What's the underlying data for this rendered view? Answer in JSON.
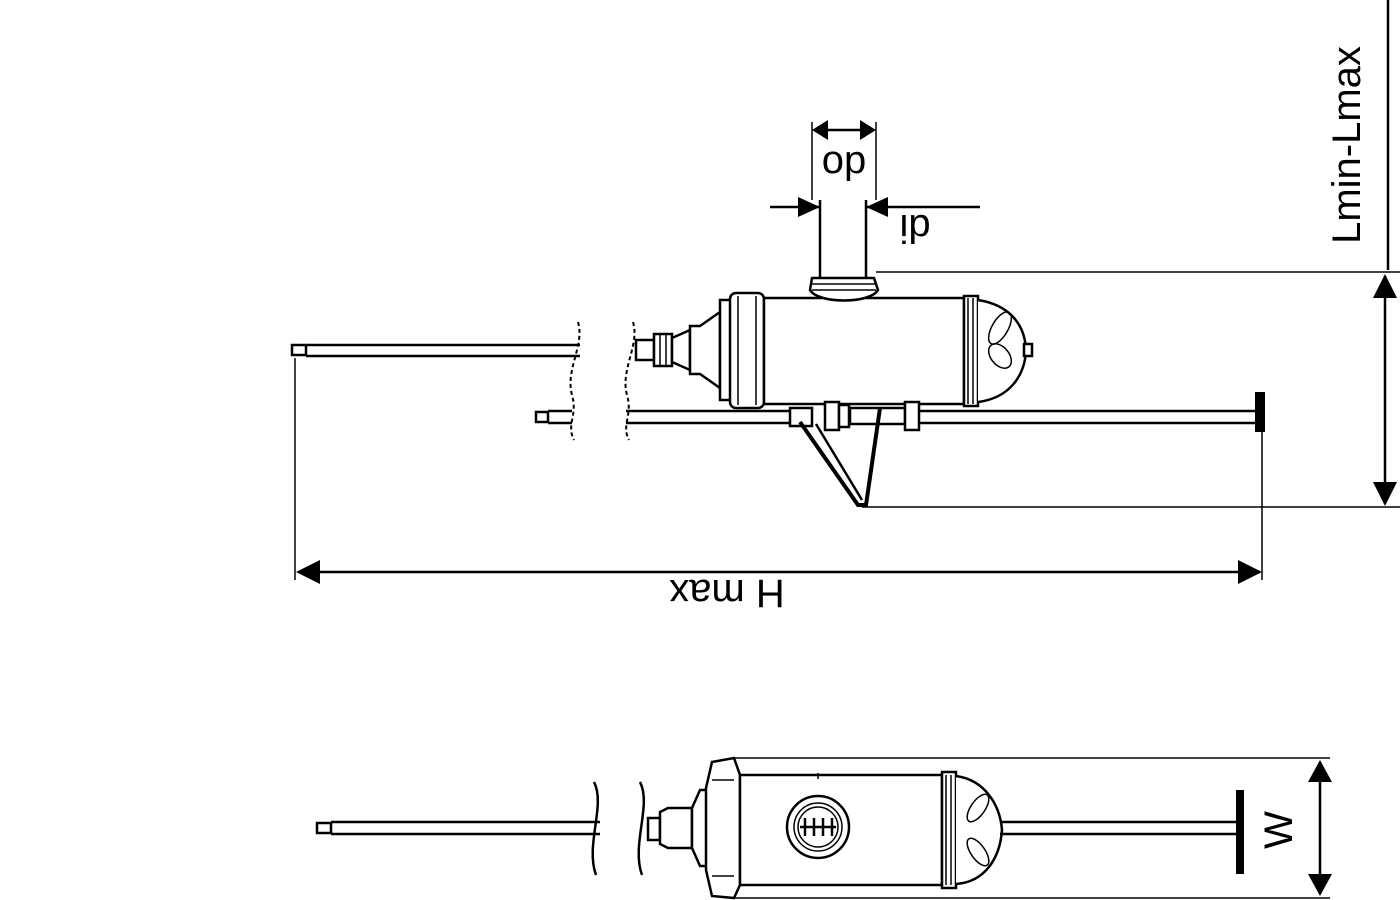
{
  "labels": {
    "do": "do",
    "di": "di",
    "l_range": "Lmin-Lmax",
    "h_max": "H max",
    "w": "W"
  }
}
